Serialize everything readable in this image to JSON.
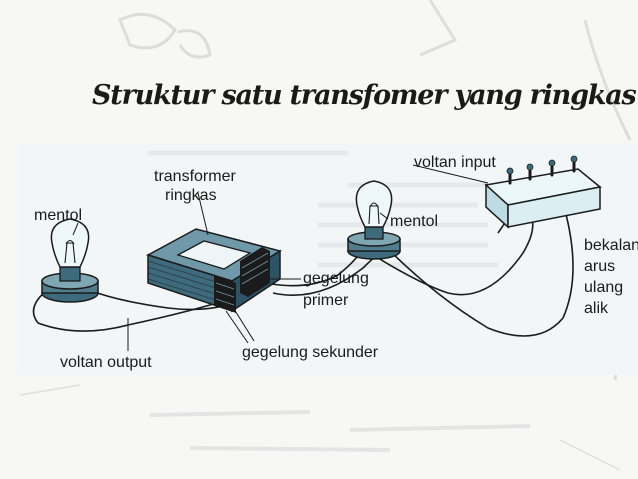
{
  "slide": {
    "title": "Struktur satu transfomer yang ringkas"
  },
  "diagram": {
    "labels": {
      "voltan_input": "voltan input",
      "transformer": "transformer",
      "ringkas": "ringkas",
      "mentol_left": "mentol",
      "mentol_center": "mentol",
      "bekalan": "bekalan",
      "arus": "arus",
      "ulang": "ulang",
      "alik": "alik",
      "gegelung": "gegelung",
      "primer": "primer",
      "voltan_output": "voltan output",
      "gegelung_sekunder": "gegelung sekunder"
    },
    "colors": {
      "core_blue": "#3d6a7c",
      "core_top": "#6f98a8",
      "box_light": "#dbeef2",
      "bulb_glass": "#eef8fb",
      "ink": "#1b1b1b",
      "paper": "#f3f6f6"
    }
  }
}
